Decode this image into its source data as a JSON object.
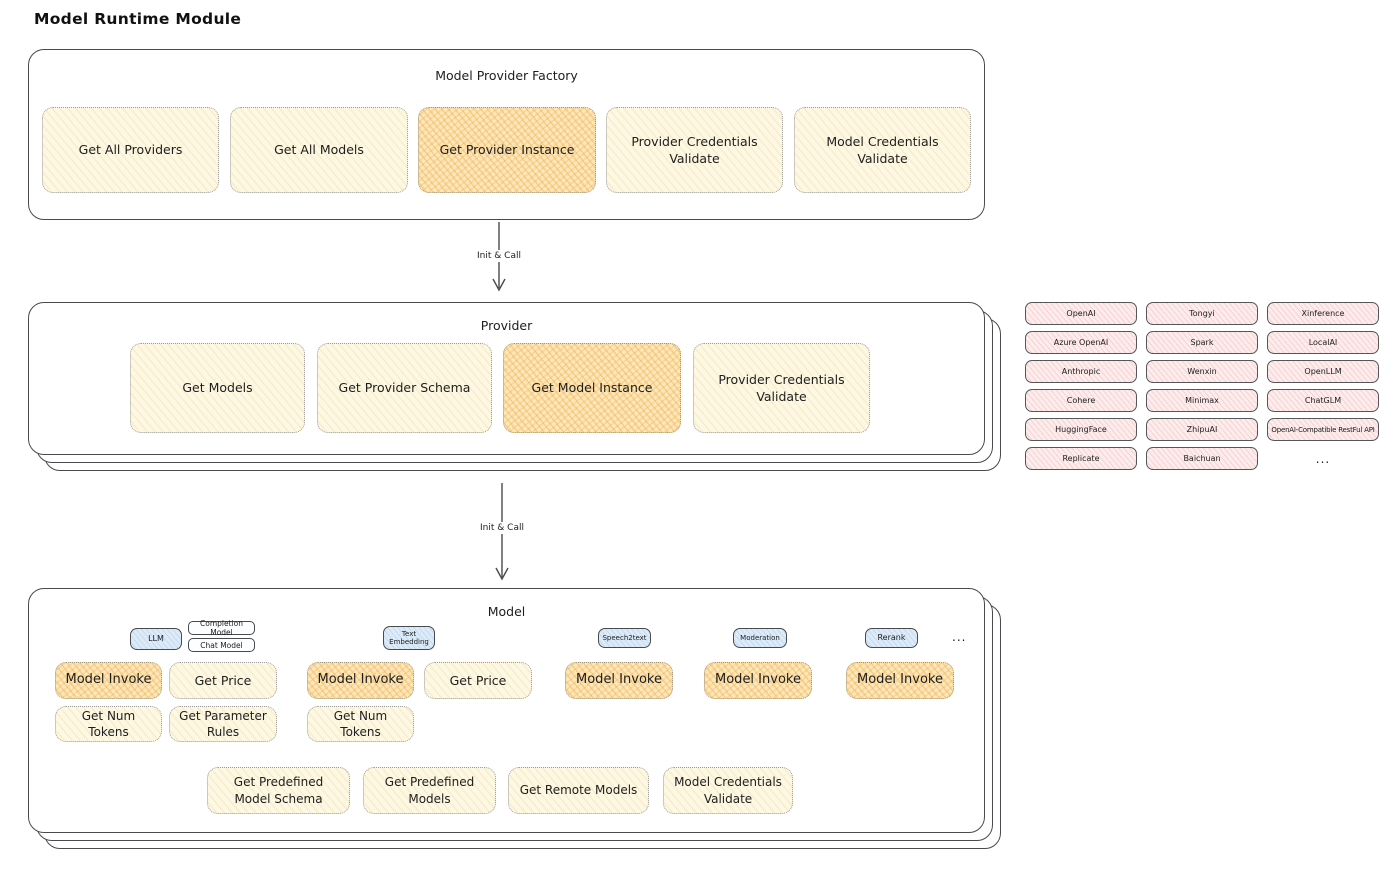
{
  "page_title": "Model Runtime Module",
  "colors": {
    "highlight_orange": "#f5c87a",
    "node_yellow": "#fdf8e3",
    "tag_blue": "#ddebf8",
    "provider_pink": "#fcecec",
    "stroke": "#494a4d"
  },
  "arrows": {
    "init_call_1": "Init & Call",
    "init_call_2": "Init & Call"
  },
  "factory": {
    "title": "Model Provider Factory",
    "buttons": [
      "Get All Providers",
      "Get All Models",
      "Get Provider Instance",
      "Provider Credentials Validate",
      "Model Credentials Validate"
    ]
  },
  "provider": {
    "title": "Provider",
    "buttons": [
      "Get Models",
      "Get Provider Schema",
      "Get Model Instance",
      "Provider Credentials Validate"
    ]
  },
  "provider_list": {
    "cells": [
      "OpenAI",
      "Tongyi",
      "Xinference",
      "Azure OpenAI",
      "Spark",
      "LocalAI",
      "Anthropic",
      "Wenxin",
      "OpenLLM",
      "Cohere",
      "Minimax",
      "ChatGLM",
      "HuggingFace",
      "ZhipuAI",
      "OpenAI-Compatible RestFul API",
      "Replicate",
      "Baichuan"
    ],
    "ellipsis": "..."
  },
  "model": {
    "title": "Model",
    "tags": {
      "llm": "LLM",
      "completion_model": "Completion Model",
      "chat_model": "Chat Model",
      "text_embedding": "Text Embedding",
      "speech2text": "Speech2text",
      "moderation": "Moderation",
      "rerank": "Rerank",
      "ellipsis": "..."
    },
    "row1": [
      "Model Invoke",
      "Get Price",
      "Model Invoke",
      "Get Price",
      "Model Invoke",
      "Model Invoke",
      "Model Invoke"
    ],
    "row2": [
      "Get Num Tokens",
      "Get Parameter Rules",
      "Get Num Tokens"
    ],
    "row3": [
      "Get Predefined Model Schema",
      "Get Predefined Models",
      "Get Remote Models",
      "Model Credentials Validate"
    ]
  }
}
